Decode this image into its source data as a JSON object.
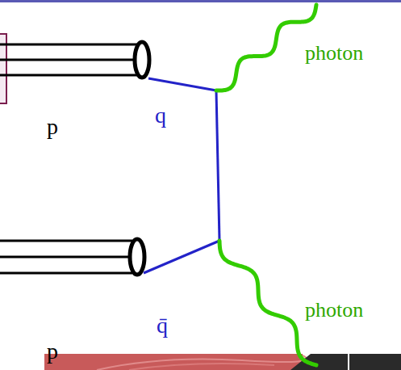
{
  "diagram": {
    "labels": [
      "photon",
      "q",
      "p",
      "photon",
      "q̄",
      "p"
    ]
  }
}
